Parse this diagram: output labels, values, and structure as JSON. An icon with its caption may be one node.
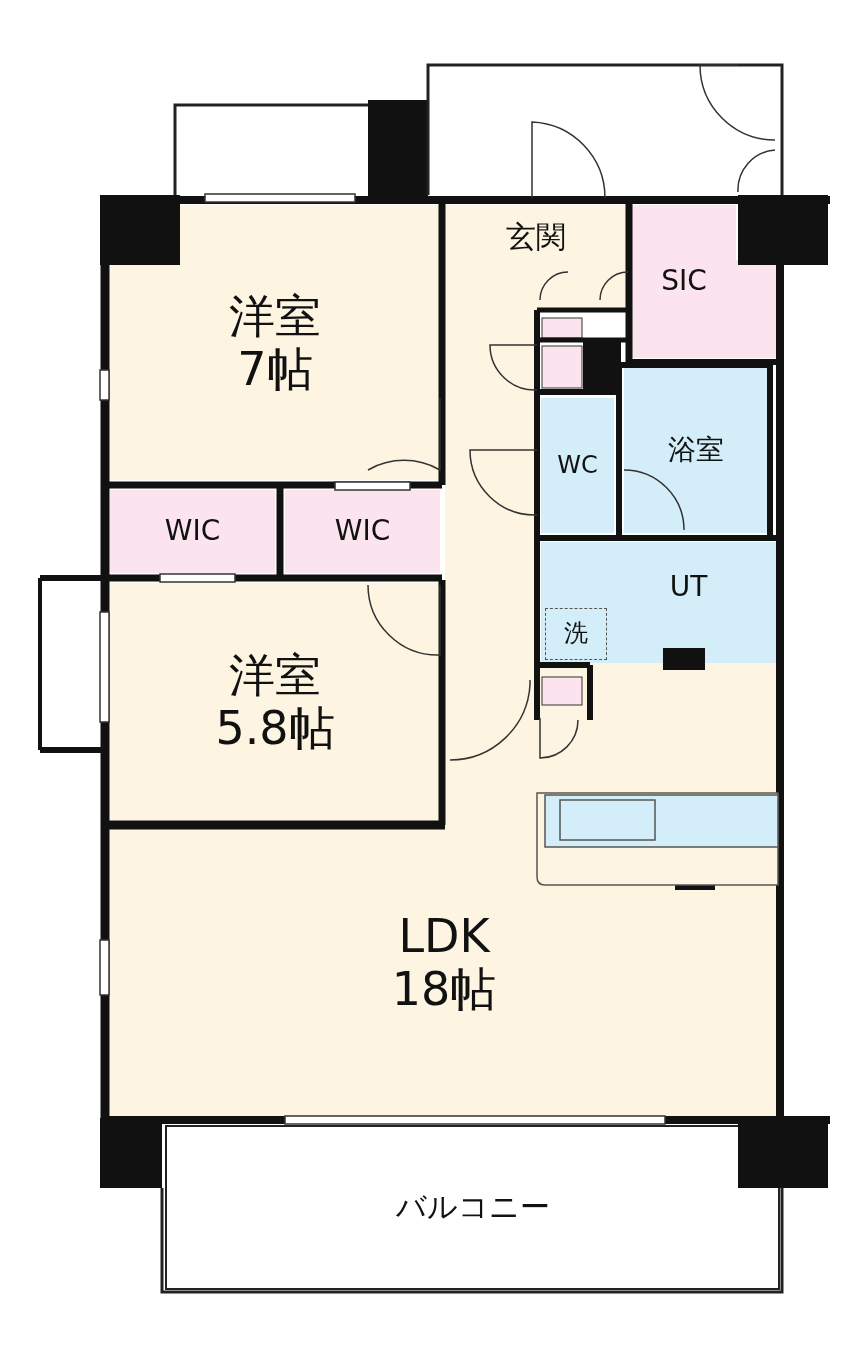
{
  "diagram": {
    "nodes": [
      {
        "text": [
          "洋室",
          "7帖"
        ]
      },
      {
        "text": [
          "玄関"
        ]
      },
      {
        "text": [
          "SIC"
        ]
      },
      {
        "text": [
          "WC"
        ]
      },
      {
        "text": [
          "浴室"
        ]
      },
      {
        "text": [
          "WIC"
        ]
      },
      {
        "text": [
          "WIC"
        ]
      },
      {
        "text": [
          "UT"
        ]
      },
      {
        "text": [
          "洗"
        ],
        "in": 7
      },
      {
        "text": [
          "洋室",
          "5.8帖"
        ]
      },
      {
        "text": [
          "LDK",
          "18帖"
        ]
      },
      {
        "text": [
          "バルコニー"
        ]
      }
    ],
    "edges": []
  }
}
